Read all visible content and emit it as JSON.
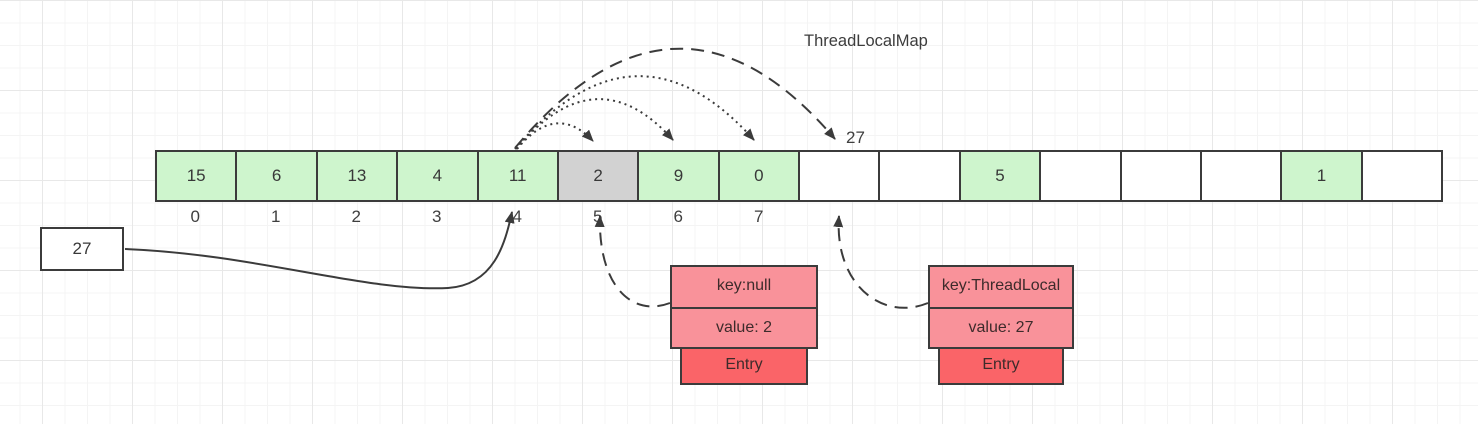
{
  "title": "ThreadLocalMap",
  "colors": {
    "cell_occupied": "#cef5cd",
    "cell_stale": "#d2d2d2",
    "cell_empty": "#ffffff",
    "entry_pink": "#f9929a",
    "entry_red": "#fa6468",
    "stroke": "#3b3b3b",
    "grid_minor": "#f4f4f4",
    "grid_major": "#e8e8e8"
  },
  "array": {
    "cells": [
      {
        "index": 0,
        "value": "15",
        "state": "occupied"
      },
      {
        "index": 1,
        "value": "6",
        "state": "occupied"
      },
      {
        "index": 2,
        "value": "13",
        "state": "occupied"
      },
      {
        "index": 3,
        "value": "4",
        "state": "occupied"
      },
      {
        "index": 4,
        "value": "11",
        "state": "occupied"
      },
      {
        "index": 5,
        "value": "2",
        "state": "stale"
      },
      {
        "index": 6,
        "value": "9",
        "state": "occupied"
      },
      {
        "index": 7,
        "value": "0",
        "state": "occupied"
      },
      {
        "index": 8,
        "value": "",
        "state": "empty"
      },
      {
        "index": 9,
        "value": "",
        "state": "empty"
      },
      {
        "index": 10,
        "value": "5",
        "state": "occupied"
      },
      {
        "index": 11,
        "value": "",
        "state": "empty"
      },
      {
        "index": 12,
        "value": "",
        "state": "empty"
      },
      {
        "index": 13,
        "value": "",
        "state": "empty"
      },
      {
        "index": 14,
        "value": "1",
        "state": "occupied"
      },
      {
        "index": 15,
        "value": "",
        "state": "empty"
      }
    ],
    "index_labels": [
      "0",
      "1",
      "2",
      "3",
      "4",
      "5",
      "6",
      "7"
    ]
  },
  "incoming": {
    "box_label": "27",
    "slot_label": "27"
  },
  "entries": [
    {
      "key": "key:null",
      "value": "value: 2",
      "label": "Entry"
    },
    {
      "key": "key:ThreadLocal",
      "value": "value: 27",
      "label": "Entry"
    }
  ]
}
